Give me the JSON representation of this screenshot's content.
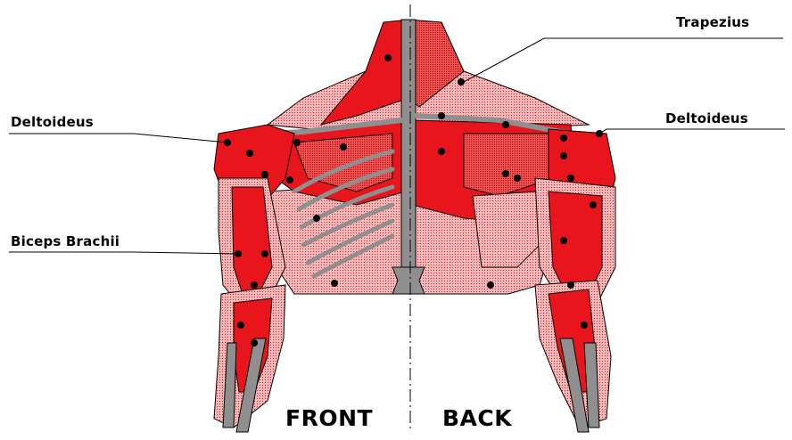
{
  "labels": {
    "trapezius": "Trapezius",
    "deltoideus_left": "Deltoideus",
    "deltoideus_right": "Deltoideus",
    "biceps": "Biceps Brachii",
    "front": "FRONT",
    "back": "BACK"
  },
  "colors": {
    "muscle": "#e8161c",
    "muscle_dark": "#b80000",
    "muscle_light": "#f06a6a",
    "muscle_pale": "#f6b3b3",
    "bone": "#8f8f8f",
    "outline": "#000000",
    "electrode": "#000000"
  }
}
